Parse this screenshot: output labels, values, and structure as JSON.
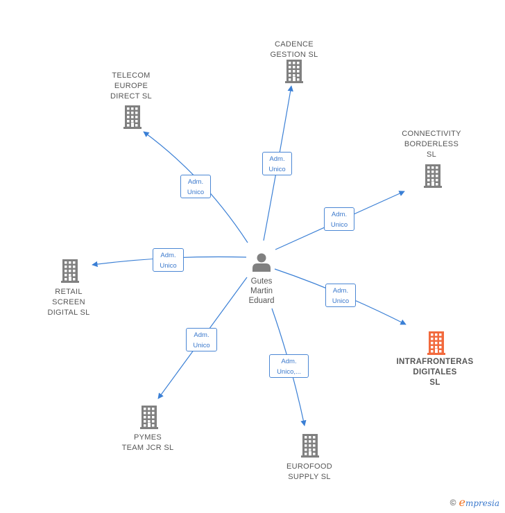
{
  "center": {
    "name": "Gutes\nMartin\nEduard",
    "icon": "person-icon"
  },
  "companies": [
    {
      "id": "cadence",
      "name": "CADENCE\nGESTION  SL",
      "role": "Adm.\nUnico",
      "highlight": false
    },
    {
      "id": "telecom",
      "name": "TELECOM\nEUROPE\nDIRECT  SL",
      "role": "Adm.\nUnico",
      "highlight": false
    },
    {
      "id": "connectivity",
      "name": "CONNECTIVITY\nBORDERLESS\nSL",
      "role": "Adm.\nUnico",
      "highlight": false
    },
    {
      "id": "retail",
      "name": "RETAIL\nSCREEN\nDIGITAL  SL",
      "role": "Adm.\nUnico",
      "highlight": false
    },
    {
      "id": "intrafronteras",
      "name": "INTRAFRONTERAS\nDIGITALES\nSL",
      "role": "Adm.\nUnico",
      "highlight": true
    },
    {
      "id": "pymes",
      "name": "PYMES\nTEAM JCR  SL",
      "role": "Adm.\nUnico",
      "highlight": false
    },
    {
      "id": "eurofood",
      "name": "EUROFOOD\nSUPPLY  SL",
      "role": "Adm.\nUnico,...",
      "highlight": false
    }
  ],
  "colors": {
    "edge": "#3a7fd5",
    "building": "#808080",
    "building_highlight": "#f26a3d",
    "person": "#808080"
  },
  "footer": {
    "copyright": "©",
    "brand_initial": "e",
    "brand_rest": "mpresia"
  }
}
